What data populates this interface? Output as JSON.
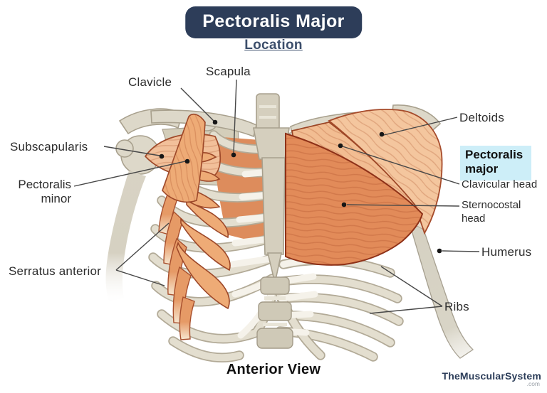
{
  "header": {
    "title": "Pectoralis Major",
    "subtitle": "Location"
  },
  "annotations": {
    "clavicle": "Clavicle",
    "scapula": "Scapula",
    "subscapularis": "Subscapularis",
    "pectoralis_minor": "Pectoralis minor",
    "serratus_anterior": "Serratus anterior",
    "deltoids": "Deltoids",
    "pectoralis_major": "Pectoralis major",
    "clavicular_head": "Clavicular head",
    "sternocostal_head": "Sternocostal head",
    "humerus": "Humerus",
    "ribs": "Ribs"
  },
  "footer": {
    "view_caption": "Anterior View",
    "watermark": "TheMuscularSystem",
    "watermark_domain": ".com"
  },
  "colors": {
    "accent_navy": "#2d3d59",
    "highlight_cyan": "#cdeef8",
    "muscle_orange": "#e28b59",
    "muscle_light": "#f4c69e",
    "bone": "#e3decf",
    "label_text": "#2d2d2d"
  }
}
